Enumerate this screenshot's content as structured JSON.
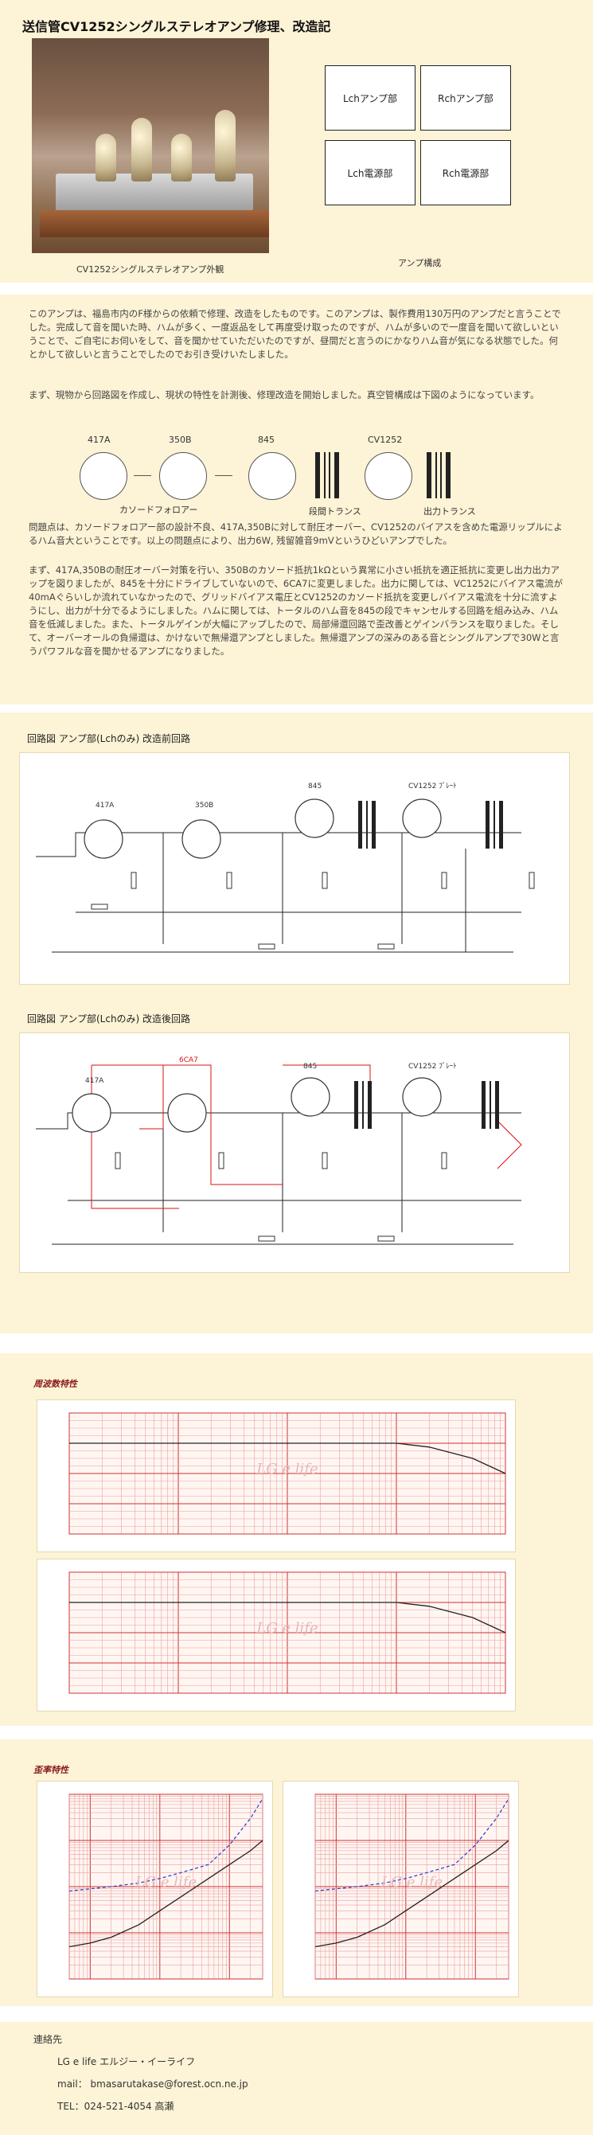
{
  "title": "送信管CV1252シングルステレオアンプ修理、改造記",
  "photo_caption": "CV1252シングルステレオアンプ外観",
  "structure": {
    "caption": "アンプ構成",
    "boxes": [
      "Lchアンプ部",
      "Rchアンプ部",
      "Lch電源部",
      "Rch電源部"
    ]
  },
  "intro": [
    "このアンプは、福島市内のF様からの依頼で修理、改造をしたものです。このアンプは、製作費用130万円のアンプだと言うことでした。完成して音を聞いた時、ハムが多く、一度返品をして再度受け取ったのですが、ハムが多いので一度音を聞いて欲しいということで、ご自宅にお伺いをして、音を聞かせていただいたのですが、昼間だと言うのにかなりハム音が気になる状態でした。何とかして欲しいと言うことでしたのでお引き受けいたしました。",
    "まず、現物から回路図を作成し、現状の特性を計測後、修理改造を開始しました。真空管構成は下図のようになっています。"
  ],
  "tubes": {
    "labels": [
      "417A",
      "350B",
      "845",
      "CV1252"
    ],
    "sublabels": [
      "カソードフォロアー",
      "段間トランス",
      "出力トランス"
    ]
  },
  "problem_text": [
    "問題点は、カソードフォロアー部の設計不良、417A,350Bに対して耐圧オーバー、CV1252のバイアスを含めた電源リップルによるハム音大ということです。以上の問題点により、出力6W, 残留雑音9mVというひどいアンプでした。",
    "まず、417A,350Bの耐圧オーバー対策を行い、350Bのカソード抵抗1kΩという異常に小さい抵抗を適正抵抗に変更し出力出力アップを図りましたが、845を十分にドライブしていないので、6CA7に変更しました。出力に関しては、VC1252にバイアス電流が40mAぐらいしか流れていなかったので、グリッドバイアス電圧とCV1252のカソード抵抗を変更しバイアス電流を十分に流すようにし、出力が十分でるようにしました。ハムに関しては、トータルのハム音を845の段でキャンセルする回路を組み込み、ハム音を低減しました。また、トータルゲインが大幅にアップしたので、局部帰還回路で歪改善とゲインバランスを取りました。そして、オーバーオールの負帰還は、かけないで無帰還アンプとしました。無帰還アンプの深みのある音とシングルアンプで30Wと言うパワフルな音を聞かせるアンプになりました。"
  ],
  "circuit_before": {
    "title": "回路図 アンプ部(Lchのみ) 改造前回路",
    "tube_labels": [
      "417A",
      "350B",
      "845",
      "CV1252 ﾌﾟﾚｰﾄ"
    ]
  },
  "circuit_after": {
    "title": "回路図 アンプ部(Lchのみ) 改造後回路",
    "tube_labels": [
      "417A",
      "6CA7",
      "845",
      "CV1252 ﾌﾟﾚｰﾄ"
    ]
  },
  "freq_response": {
    "title": "周波数特性",
    "watermark": "LG e life",
    "chart_data": [
      {
        "type": "line",
        "x": [
          10,
          20,
          50,
          100,
          200,
          500,
          1000,
          2000,
          5000,
          10000,
          20000,
          50000,
          100000
        ],
        "series": [
          {
            "values": [
              0,
              0,
              0,
              0,
              0,
              0,
              0,
              0,
              0,
              0,
              -0.5,
              -2,
              -4
            ]
          }
        ],
        "xscale": "log",
        "ylim": [
          -12,
          4
        ]
      },
      {
        "type": "line",
        "x": [
          10,
          20,
          50,
          100,
          200,
          500,
          1000,
          2000,
          5000,
          10000,
          20000,
          50000,
          100000
        ],
        "series": [
          {
            "values": [
              0,
              0,
              0,
              0,
              0,
              0,
              0,
              0,
              0,
              0,
              -0.5,
              -2,
              -4
            ]
          }
        ],
        "xscale": "log",
        "ylim": [
          -12,
          4
        ]
      }
    ]
  },
  "distortion": {
    "title": "歪率特性",
    "watermark": "LG e life",
    "chart_data": [
      {
        "type": "line",
        "x": [
          0.05,
          0.1,
          0.2,
          0.5,
          1,
          2,
          5,
          10,
          20,
          30
        ],
        "series": [
          {
            "values": [
              0.05,
              0.06,
              0.08,
              0.15,
              0.3,
              0.6,
              1.5,
              3,
              6,
              10
            ]
          },
          {
            "values": [
              0.8,
              0.9,
              1,
              1.2,
              1.5,
              2,
              3,
              8,
              30,
              80
            ]
          }
        ],
        "xscale": "log",
        "yscale": "log"
      },
      {
        "type": "line",
        "x": [
          0.05,
          0.1,
          0.2,
          0.5,
          1,
          2,
          5,
          10,
          20,
          30
        ],
        "series": [
          {
            "values": [
              0.05,
              0.06,
              0.08,
              0.15,
              0.3,
              0.6,
              1.5,
              3,
              6,
              10
            ]
          },
          {
            "values": [
              0.8,
              0.9,
              1,
              1.2,
              1.5,
              2,
              3,
              8,
              30,
              80
            ]
          }
        ],
        "xscale": "log",
        "yscale": "log"
      }
    ]
  },
  "contact": {
    "heading": "連絡先",
    "company": "LG e life エルジー・イーライフ",
    "mail": "mail： bmasarutakase@forest.ocn.ne.jp",
    "tel": "TEL：024-521-4054 高瀬"
  }
}
